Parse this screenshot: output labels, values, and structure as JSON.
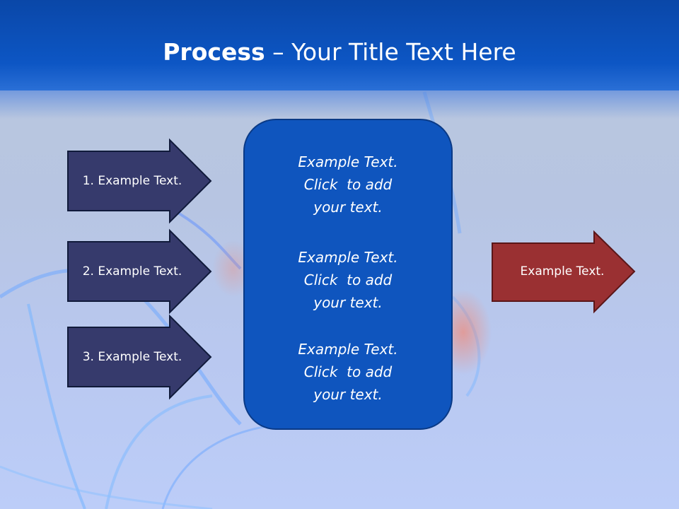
{
  "title": {
    "bold": "Process",
    "rest": " – Your Title Text Here"
  },
  "left_arrows": [
    {
      "label": "1. Example Text."
    },
    {
      "label": "2. Example Text."
    },
    {
      "label": "3. Example Text."
    }
  ],
  "center_blocks": [
    {
      "lines": [
        "Example Text.",
        "Click  to add",
        "your text."
      ]
    },
    {
      "lines": [
        "Example Text.",
        "Click  to add",
        "your text."
      ]
    },
    {
      "lines": [
        "Example Text.",
        "Click  to add",
        "your text."
      ]
    }
  ],
  "right_arrow": {
    "label": "Example Text."
  },
  "colors": {
    "header": "#0d56c4",
    "left_arrow_fill": "#363a6c",
    "center_box_fill": "#0f55be",
    "right_arrow_fill": "#9a3032"
  }
}
